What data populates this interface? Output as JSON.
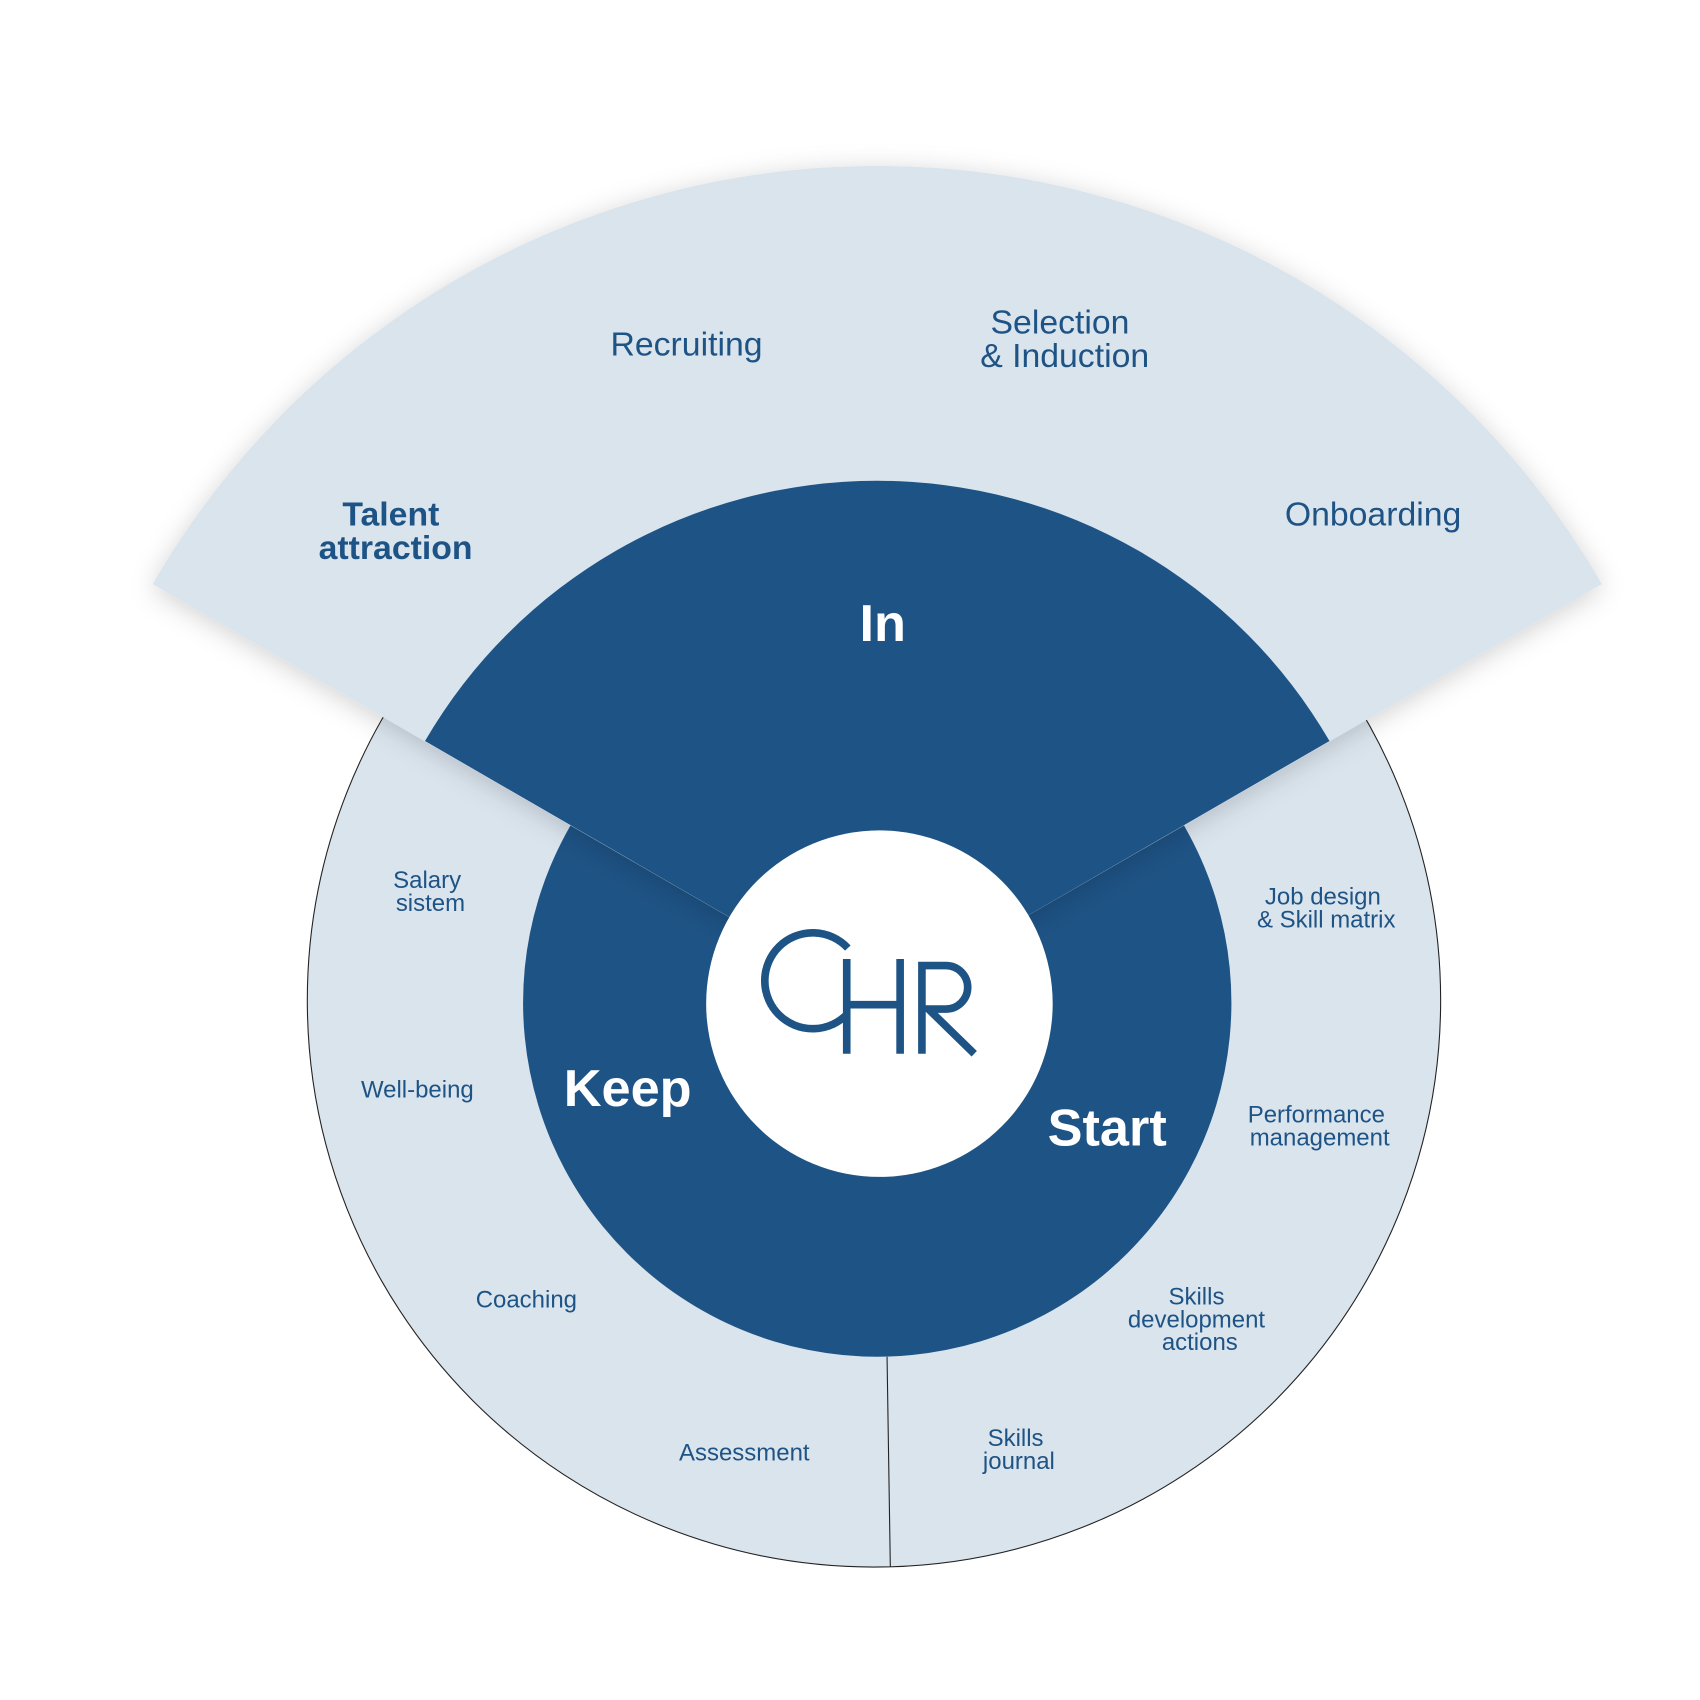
{
  "colors": {
    "light": "#dae4ed",
    "dark": "#1e5385",
    "white": "#ffffff"
  },
  "logo": "CHR",
  "phases": {
    "in": "In",
    "keep": "Keep",
    "start": "Start"
  },
  "in_items": {
    "talent_attraction": [
      "Talent",
      "attraction"
    ],
    "recruiting": "Recruiting",
    "selection": [
      "Selection",
      "& Induction"
    ],
    "onboarding": "Onboarding"
  },
  "keep_items": {
    "salary": [
      "Salary",
      "sistem"
    ],
    "wellbeing": "Well-being",
    "coaching": "Coaching",
    "assessment": "Assessment"
  },
  "start_items": {
    "job_design": [
      "Job design",
      "& Skill matrix"
    ],
    "performance": [
      "Performance",
      "management"
    ],
    "skills_dev": [
      "Skills",
      "development",
      "actions"
    ],
    "skills_journal": [
      "Skills",
      "journal"
    ]
  }
}
